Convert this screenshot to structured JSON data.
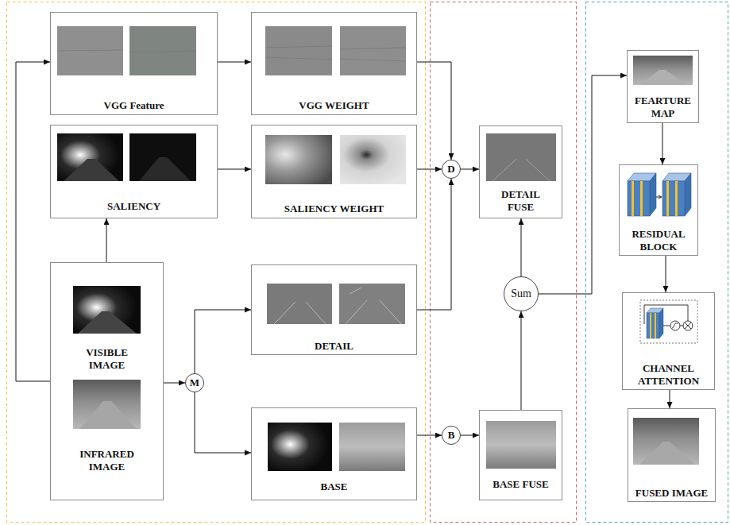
{
  "diagram": {
    "nodes": [
      {
        "text": [
          "VGG Feature"
        ]
      },
      {
        "text": [
          "VGG WEIGHT"
        ]
      },
      {
        "text": [
          "SALIENCY"
        ]
      },
      {
        "text": [
          "SALIENCY WEIGHT"
        ]
      },
      {
        "text": [
          "VISIBLE IMAGE",
          "INFRARED IMAGE"
        ]
      },
      {
        "text": [
          "M"
        ]
      },
      {
        "text": [
          "DETAIL"
        ]
      },
      {
        "text": [
          "BASE"
        ]
      },
      {
        "text": [
          "D"
        ]
      },
      {
        "text": [
          "B"
        ]
      },
      {
        "text": [
          "DETAIL FUSE"
        ]
      },
      {
        "text": [
          "Sum"
        ]
      },
      {
        "text": [
          "BASE FUSE"
        ]
      },
      {
        "text": [
          "FEARTURE MAP"
        ]
      },
      {
        "text": [
          "RESIDUAL BLOCK"
        ]
      },
      {
        "text": [
          "CHANNEL ATTENTION"
        ]
      },
      {
        "text": [
          "FUSED IMAGE"
        ]
      }
    ],
    "edges": [
      {
        "from": 4,
        "to": 0,
        "arrow": "to"
      },
      {
        "from": 0,
        "to": 1,
        "arrow": "to"
      },
      {
        "from": 4,
        "to": 2,
        "arrow": "to"
      },
      {
        "from": 2,
        "to": 3,
        "arrow": "to"
      },
      {
        "from": 4,
        "to": 5,
        "arrow": "to"
      },
      {
        "from": 5,
        "to": 6,
        "arrow": "to"
      },
      {
        "from": 5,
        "to": 7,
        "arrow": "to"
      },
      {
        "from": 1,
        "to": 8,
        "arrow": "to"
      },
      {
        "from": 3,
        "to": 8,
        "arrow": "to"
      },
      {
        "from": 6,
        "to": 8,
        "arrow": "to"
      },
      {
        "from": 7,
        "to": 9,
        "arrow": "to"
      },
      {
        "from": 8,
        "to": 10,
        "arrow": "to"
      },
      {
        "from": 9,
        "to": 12,
        "arrow": "to"
      },
      {
        "from": 12,
        "to": 11,
        "arrow": "to"
      },
      {
        "from": 11,
        "to": 10,
        "arrow": "to"
      },
      {
        "from": 11,
        "to": 13,
        "arrow": "to"
      },
      {
        "from": 13,
        "to": 14,
        "arrow": "to"
      },
      {
        "from": 14,
        "to": 15,
        "arrow": "to"
      },
      {
        "from": 15,
        "to": 16,
        "arrow": "to"
      }
    ]
  }
}
